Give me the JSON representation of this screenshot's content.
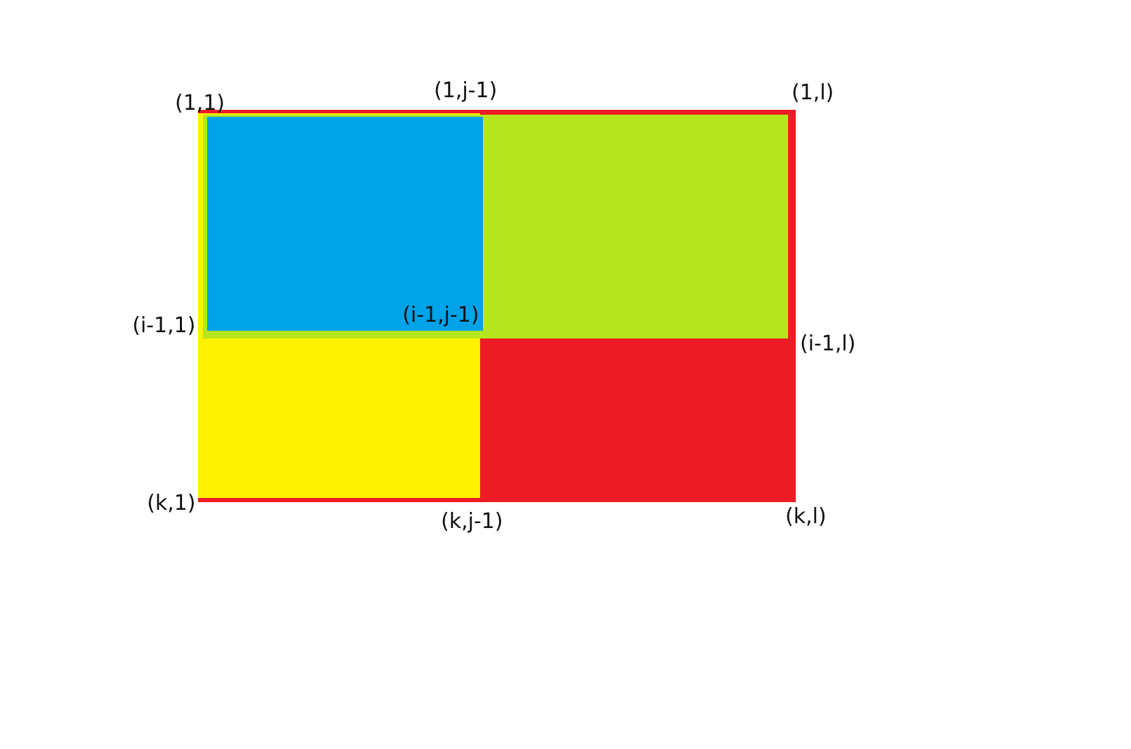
{
  "colors": {
    "outer": "#ed1c24",
    "lower_left": "#fff200",
    "upper": "#b5e61d",
    "upper_left": "#00a2e8",
    "label_text": "#111111",
    "background": "#ffffff"
  },
  "labels": {
    "top_left": "(1,1)",
    "top_middle": "(1,j-1)",
    "top_right": "(1,l)",
    "middle_left": "(i-1,1)",
    "middle_center": "(i-1,j-1)",
    "middle_right": "(i-1,l)",
    "bottom_left": "(k,1)",
    "bottom_middle": "(k,j-1)",
    "bottom_right": "(k,l)"
  }
}
